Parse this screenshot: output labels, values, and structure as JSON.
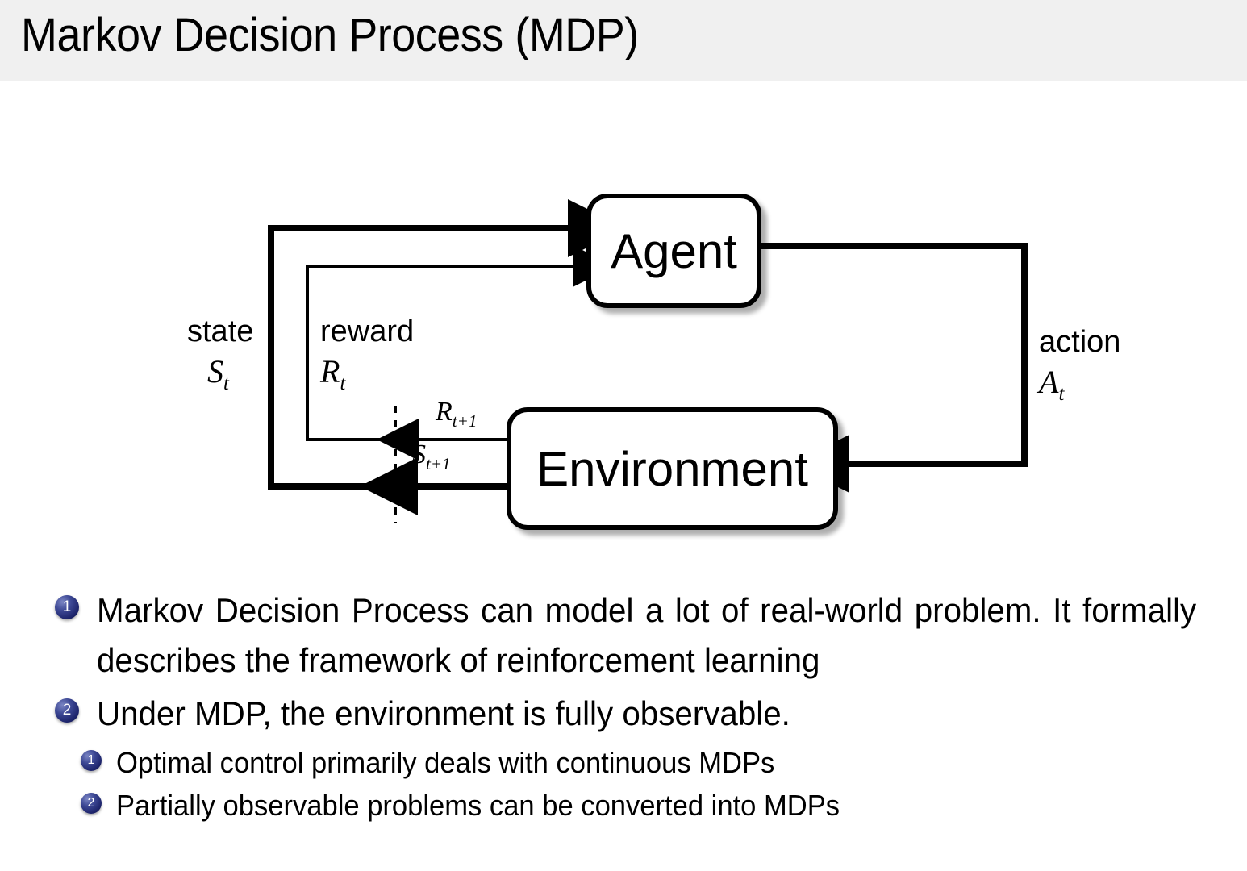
{
  "slide": {
    "title": "Markov Decision Process (MDP)",
    "header_bg": "#f0f0f0",
    "background": "#ffffff"
  },
  "diagram": {
    "name": "agent-environment-interaction-loop",
    "nodes": {
      "agent": "Agent",
      "environment": "Environment"
    },
    "labels": {
      "state_text": "state",
      "state_symbol": "S",
      "state_subscript": "t",
      "reward_text": "reward",
      "reward_symbol": "R",
      "reward_subscript": "t",
      "action_text": "action",
      "action_symbol": "A",
      "action_subscript": "t",
      "reward_next_symbol": "R",
      "reward_next_subscript": "t+1",
      "state_next_symbol": "S",
      "state_next_subscript": "t+1"
    },
    "stroke_color": "#000000"
  },
  "content": {
    "bullets": [
      {
        "number": "1",
        "text": "Markov Decision Process can model a lot of real-world problem. It formally describes the framework of reinforcement learning",
        "sub": []
      },
      {
        "number": "2",
        "text": "Under MDP, the environment is fully observable.",
        "sub": [
          {
            "number": "1",
            "text": "Optimal control primarily deals with continuous MDPs"
          },
          {
            "number": "2",
            "text": "Partially observable problems can be converted into MDPs"
          }
        ]
      }
    ],
    "marker_color": "#1d246b"
  }
}
